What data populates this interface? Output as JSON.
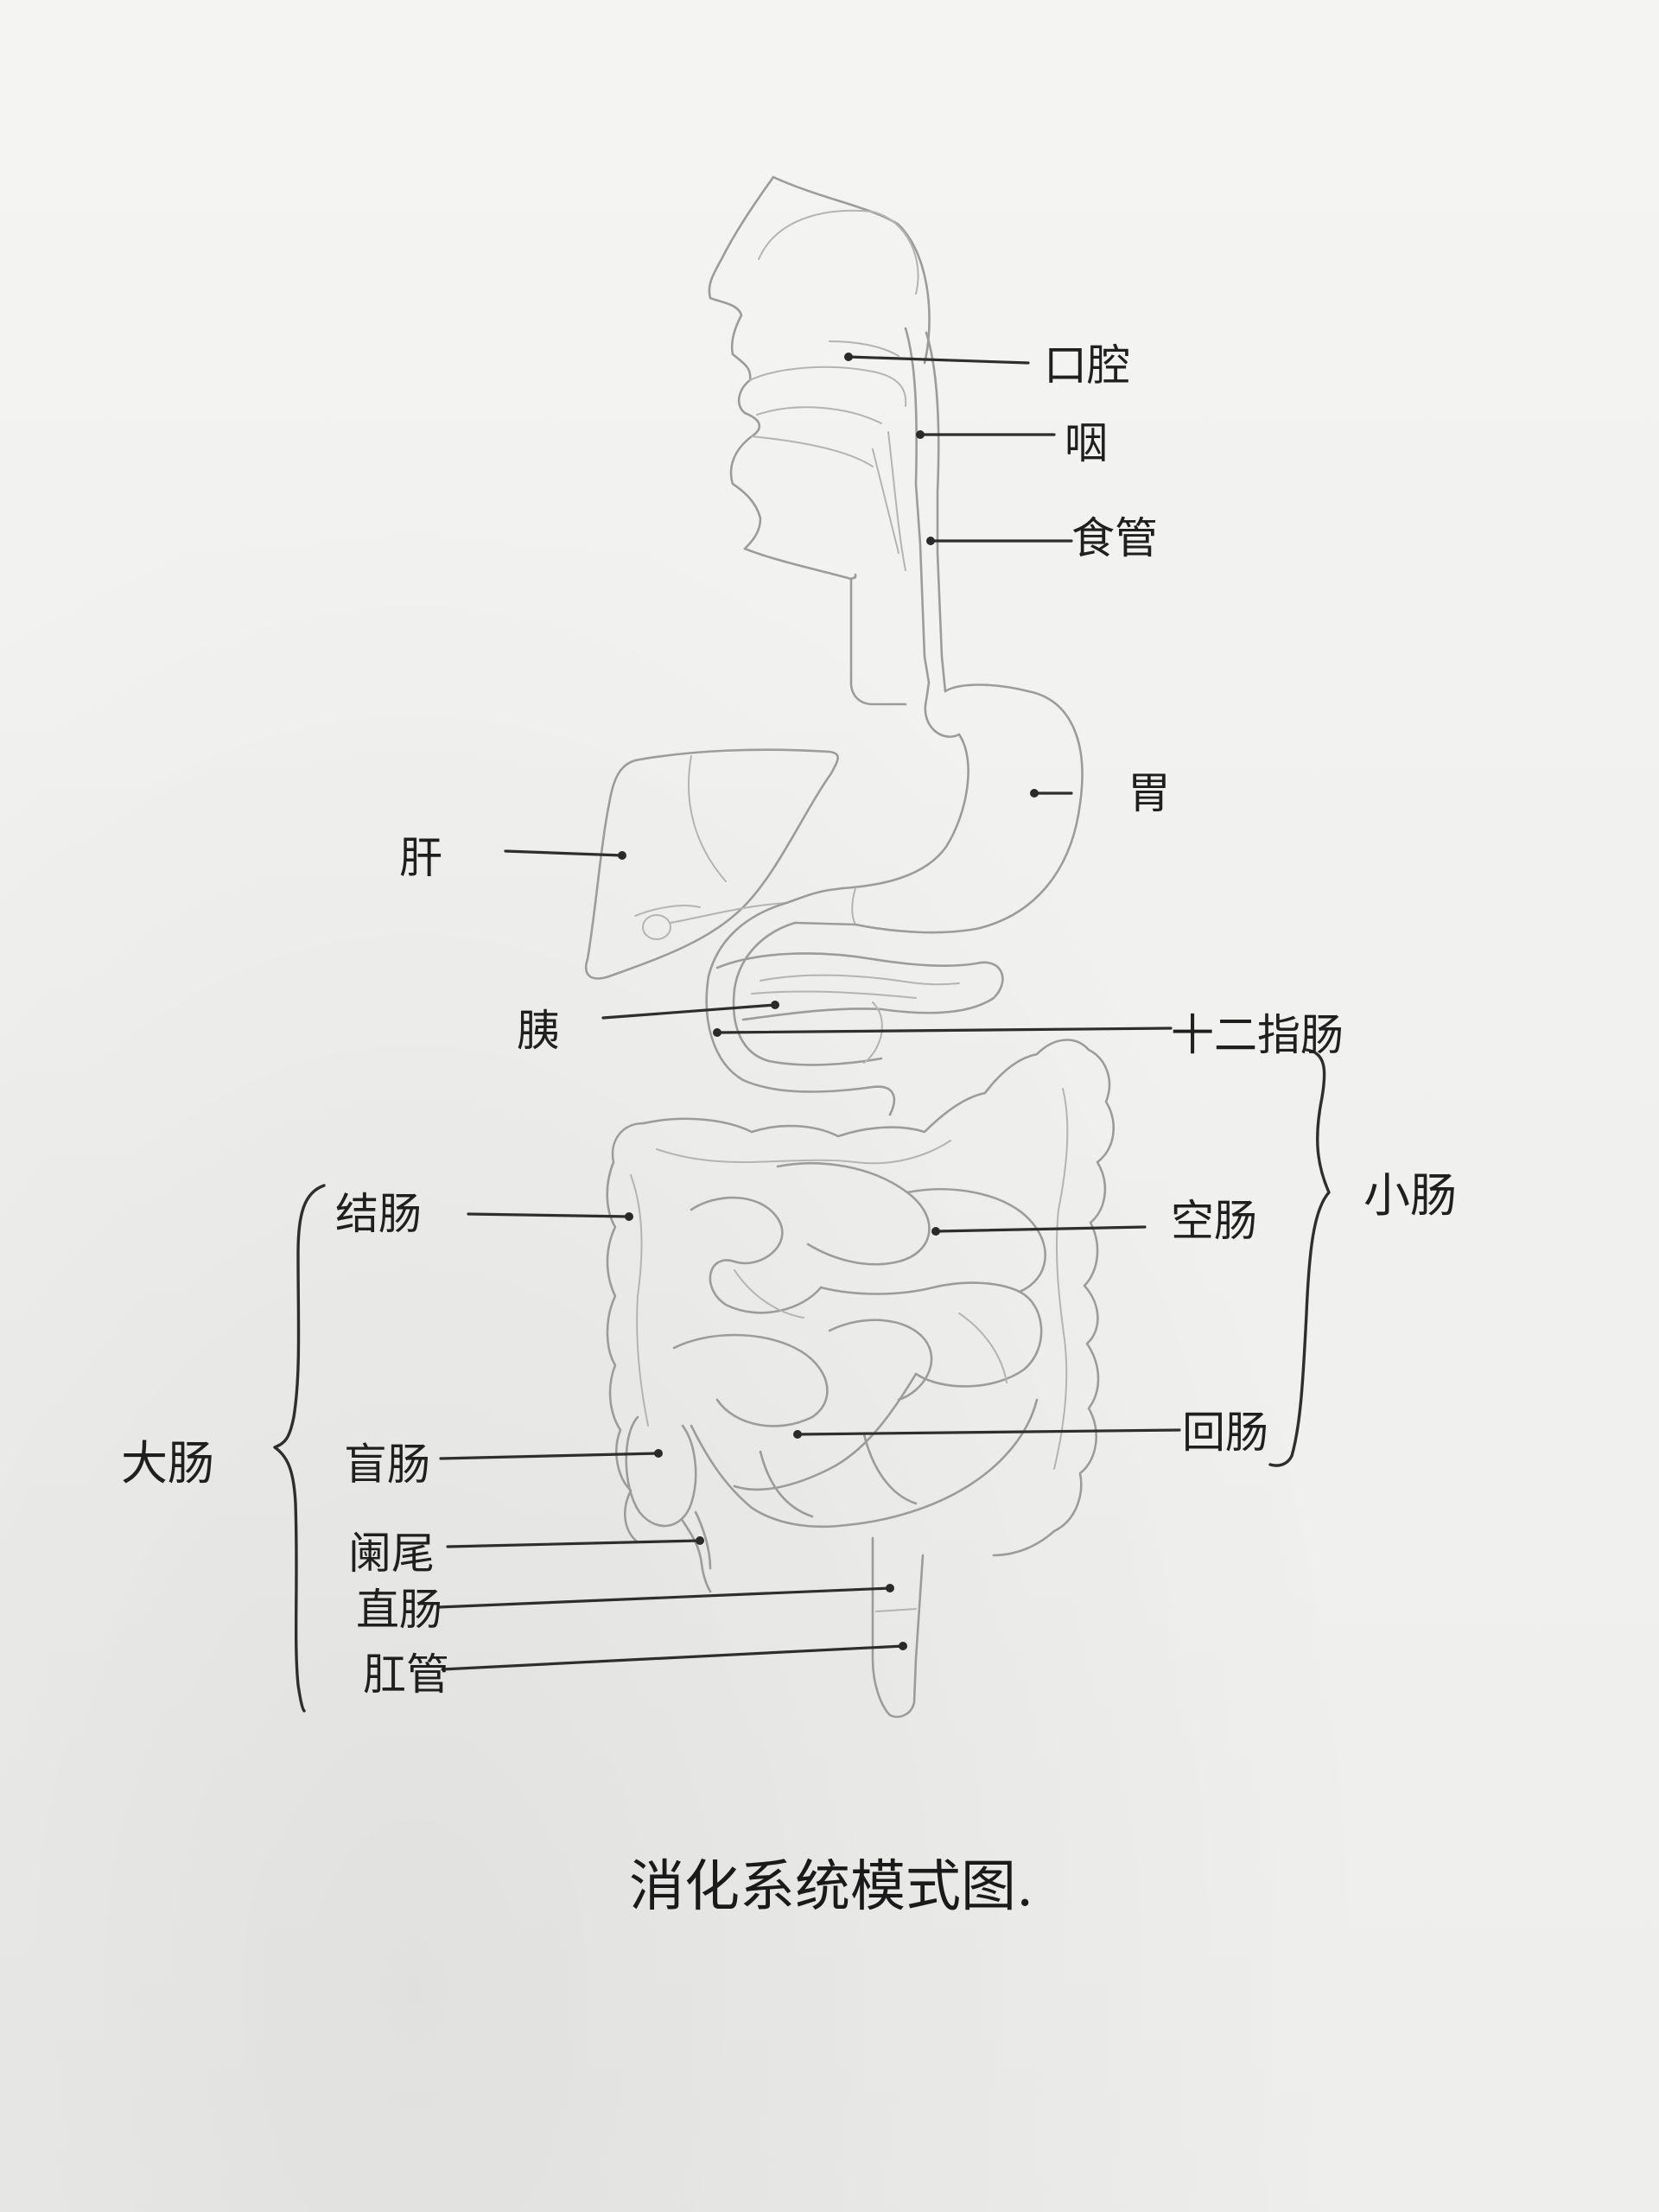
{
  "caption": "消化系统模式图.",
  "labels": {
    "oral_cavity": "口腔",
    "pharynx": "咽",
    "esophagus": "食管",
    "stomach": "胃",
    "liver": "肝",
    "pancreas": "胰",
    "duodenum": "十二指肠",
    "jejunum": "空肠",
    "ileum": "回肠",
    "small_intestine": "小肠",
    "large_intestine": "大肠",
    "colon": "结肠",
    "cecum": "盲肠",
    "appendix": "阑尾",
    "rectum": "直肠",
    "anal_canal": "肛管"
  }
}
